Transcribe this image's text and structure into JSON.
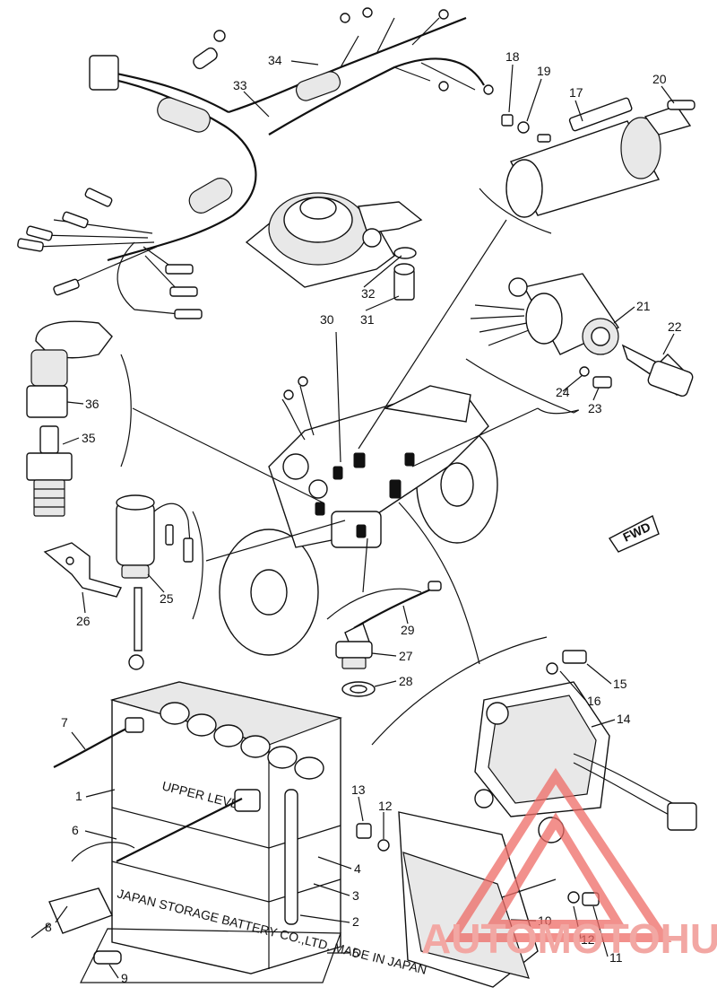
{
  "diagram": {
    "callouts": [
      "1",
      "2",
      "3",
      "4",
      "5",
      "6",
      "7",
      "8",
      "9",
      "10",
      "11",
      "12",
      "12",
      "13",
      "14",
      "15",
      "16",
      "17",
      "18",
      "19",
      "20",
      "21",
      "22",
      "23",
      "24",
      "25",
      "26",
      "27",
      "28",
      "29",
      "30",
      "31",
      "32",
      "33",
      "34",
      "35",
      "36"
    ],
    "fwd_label": "FWD"
  },
  "watermark": {
    "brand": "AUTOMOTOHUB",
    "color": "#ee6b66"
  },
  "labels": {
    "battery_upper": "UPPER LEVEL",
    "battery_maker": "JAPAN STORAGE BATTERY CO.,LTD. MADE IN JAPAN"
  }
}
